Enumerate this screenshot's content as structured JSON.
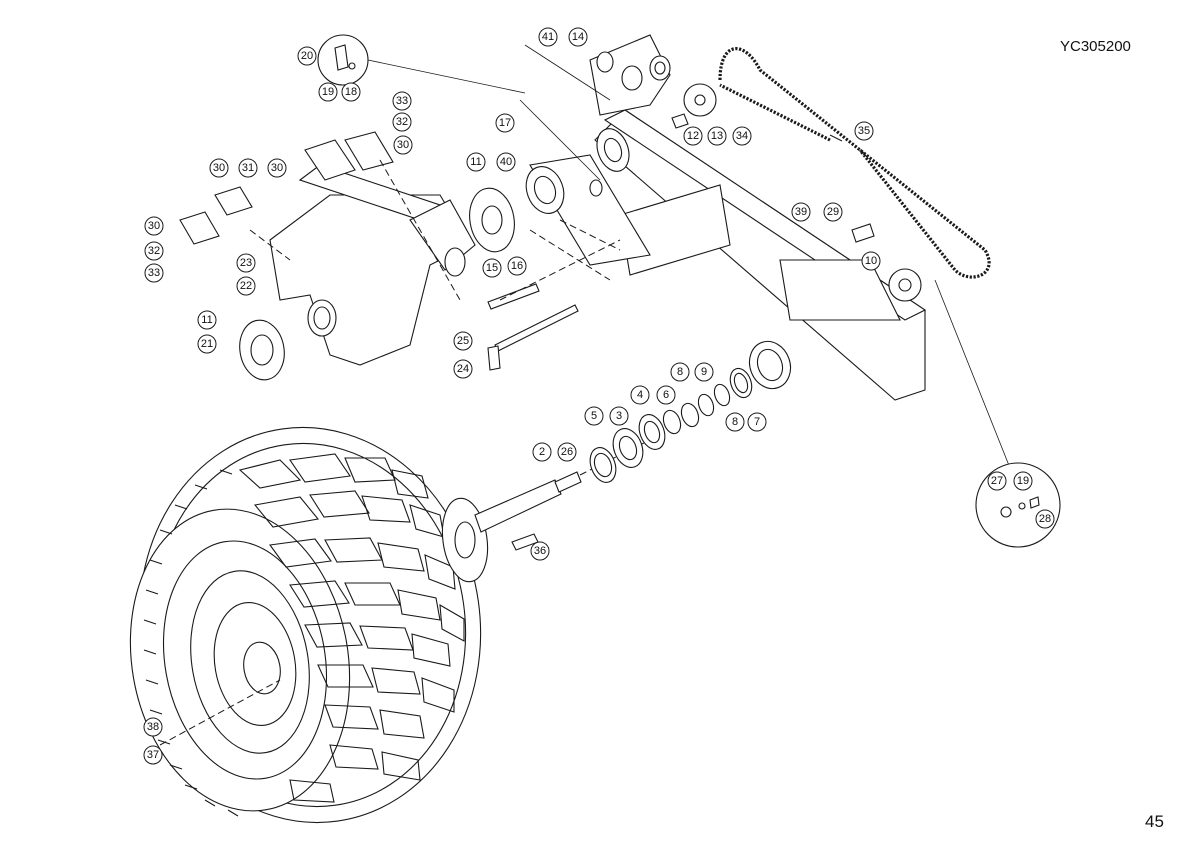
{
  "header": {
    "doc_id": "YC305200"
  },
  "footer": {
    "page_number": "45"
  },
  "callouts": [
    {
      "id": "c20",
      "label": "20"
    },
    {
      "id": "c19a",
      "label": "19"
    },
    {
      "id": "c18",
      "label": "18"
    },
    {
      "id": "c41",
      "label": "41"
    },
    {
      "id": "c14",
      "label": "14"
    },
    {
      "id": "c33a",
      "label": "33"
    },
    {
      "id": "c32a",
      "label": "32"
    },
    {
      "id": "c17",
      "label": "17"
    },
    {
      "id": "c30a",
      "label": "30"
    },
    {
      "id": "c12",
      "label": "12"
    },
    {
      "id": "c13",
      "label": "13"
    },
    {
      "id": "c34",
      "label": "34"
    },
    {
      "id": "c35",
      "label": "35"
    },
    {
      "id": "c30b",
      "label": "30"
    },
    {
      "id": "c31",
      "label": "31"
    },
    {
      "id": "c30c",
      "label": "30"
    },
    {
      "id": "c11a",
      "label": "11"
    },
    {
      "id": "c40",
      "label": "40"
    },
    {
      "id": "c39",
      "label": "39"
    },
    {
      "id": "c29",
      "label": "29"
    },
    {
      "id": "c30d",
      "label": "30"
    },
    {
      "id": "c32b",
      "label": "32"
    },
    {
      "id": "c33b",
      "label": "33"
    },
    {
      "id": "c23",
      "label": "23"
    },
    {
      "id": "c22",
      "label": "22"
    },
    {
      "id": "c15",
      "label": "15"
    },
    {
      "id": "c16",
      "label": "16"
    },
    {
      "id": "c10",
      "label": "10"
    },
    {
      "id": "c11b",
      "label": "11"
    },
    {
      "id": "c21",
      "label": "21"
    },
    {
      "id": "c25",
      "label": "25"
    },
    {
      "id": "c24",
      "label": "24"
    },
    {
      "id": "c8a",
      "label": "8"
    },
    {
      "id": "c9",
      "label": "9"
    },
    {
      "id": "c4",
      "label": "4"
    },
    {
      "id": "c6",
      "label": "6"
    },
    {
      "id": "c5",
      "label": "5"
    },
    {
      "id": "c3",
      "label": "3"
    },
    {
      "id": "c8b",
      "label": "8"
    },
    {
      "id": "c7",
      "label": "7"
    },
    {
      "id": "c2",
      "label": "2"
    },
    {
      "id": "c26",
      "label": "26"
    },
    {
      "id": "c27",
      "label": "27"
    },
    {
      "id": "c19b",
      "label": "19"
    },
    {
      "id": "c28",
      "label": "28"
    },
    {
      "id": "c36",
      "label": "36"
    },
    {
      "id": "c38",
      "label": "38"
    },
    {
      "id": "c37",
      "label": "37"
    }
  ]
}
